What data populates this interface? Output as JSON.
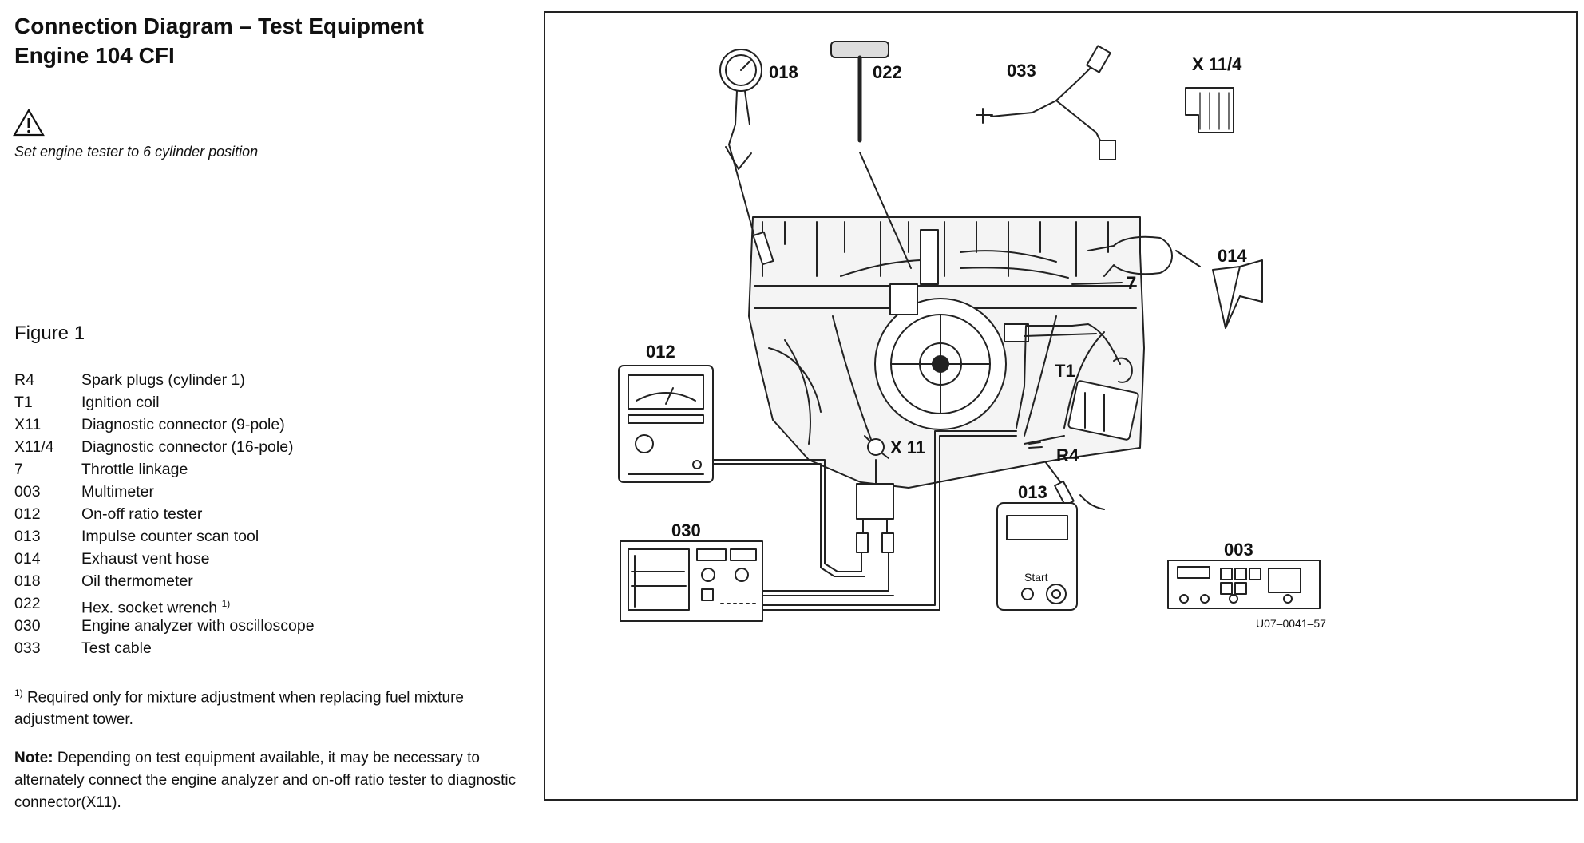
{
  "header": {
    "title_line1": "Connection Diagram – Test Equipment",
    "title_line2": "Engine 104 CFI"
  },
  "warning": {
    "icon": "warning-triangle-icon",
    "text": "Set engine tester to 6 cylinder position"
  },
  "figure_label": "Figure 1",
  "legend": [
    {
      "code": "R4",
      "desc": "Spark plugs (cylinder 1)"
    },
    {
      "code": "T1",
      "desc": "Ignition coil"
    },
    {
      "code": "X11",
      "desc": "Diagnostic connector (9-pole)"
    },
    {
      "code": "X11/4",
      "desc": "Diagnostic connector (16-pole)"
    },
    {
      "code": "7",
      "desc": "Throttle linkage"
    },
    {
      "code": "003",
      "desc": "Multimeter"
    },
    {
      "code": "012",
      "desc": "On-off ratio tester"
    },
    {
      "code": "013",
      "desc": "Impulse counter scan tool"
    },
    {
      "code": "014",
      "desc": "Exhaust vent hose"
    },
    {
      "code": "018",
      "desc": "Oil thermometer"
    },
    {
      "code": "022",
      "desc": "Hex. socket wrench",
      "sup": "1)"
    },
    {
      "code": "030",
      "desc": "Engine analyzer with oscilloscope"
    },
    {
      "code": "033",
      "desc": "Test cable"
    }
  ],
  "footnote": {
    "marker": "1)",
    "text": "Required only for mixture adjustment when replacing fuel mixture adjustment tower."
  },
  "note": {
    "label": "Note:",
    "text": "Depending on test equipment available, it may be necessary to alternately connect the engine analyzer and on-off ratio tester to diagnostic connector(X11)."
  },
  "diagram": {
    "labels": {
      "l018": "018",
      "l022": "022",
      "l033": "033",
      "lx114": "X 11/4",
      "l014": "014",
      "l7": "7",
      "l012": "012",
      "lx11": "X 11",
      "lt1": "T1",
      "lr4": "R4",
      "l013": "013",
      "l030": "030",
      "l003": "003",
      "start": "Start",
      "code": "U07–0041–57"
    }
  }
}
